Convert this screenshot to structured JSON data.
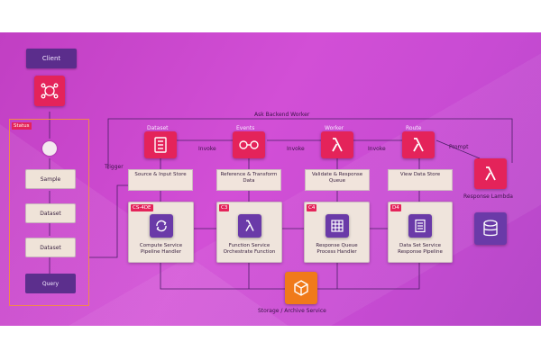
{
  "diagram": {
    "top_label": "Client",
    "banner": "Ask Backend Worker",
    "side_panel": {
      "badge": "Status",
      "steps": [
        "Sample",
        "Dataset",
        "Dataset",
        "Query"
      ]
    },
    "side_label": "Trigger",
    "edge_labels": [
      "Invoke",
      "Invoke",
      "Invoke"
    ],
    "top_icon_labels": [
      "Dataset",
      "Events",
      "Worker",
      "Route",
      "Prompt"
    ],
    "captions": [
      "Source & Input Store",
      "Reference & Transform Data",
      "Validate & Response Queue",
      "View Data Store"
    ],
    "cards": [
      {
        "badge": "CS-4DE",
        "text": "Compute Service Pipeline Handler"
      },
      {
        "badge": "C3",
        "text": "Function Service Orchestrate Function"
      },
      {
        "badge": "C4",
        "text": "Response Queue Process Handler"
      },
      {
        "badge": "D4",
        "text": "Data Set Service Response Pipeline"
      }
    ],
    "bottom_label": "Storage / Archive Service",
    "right_caption": "Response Lambda"
  }
}
